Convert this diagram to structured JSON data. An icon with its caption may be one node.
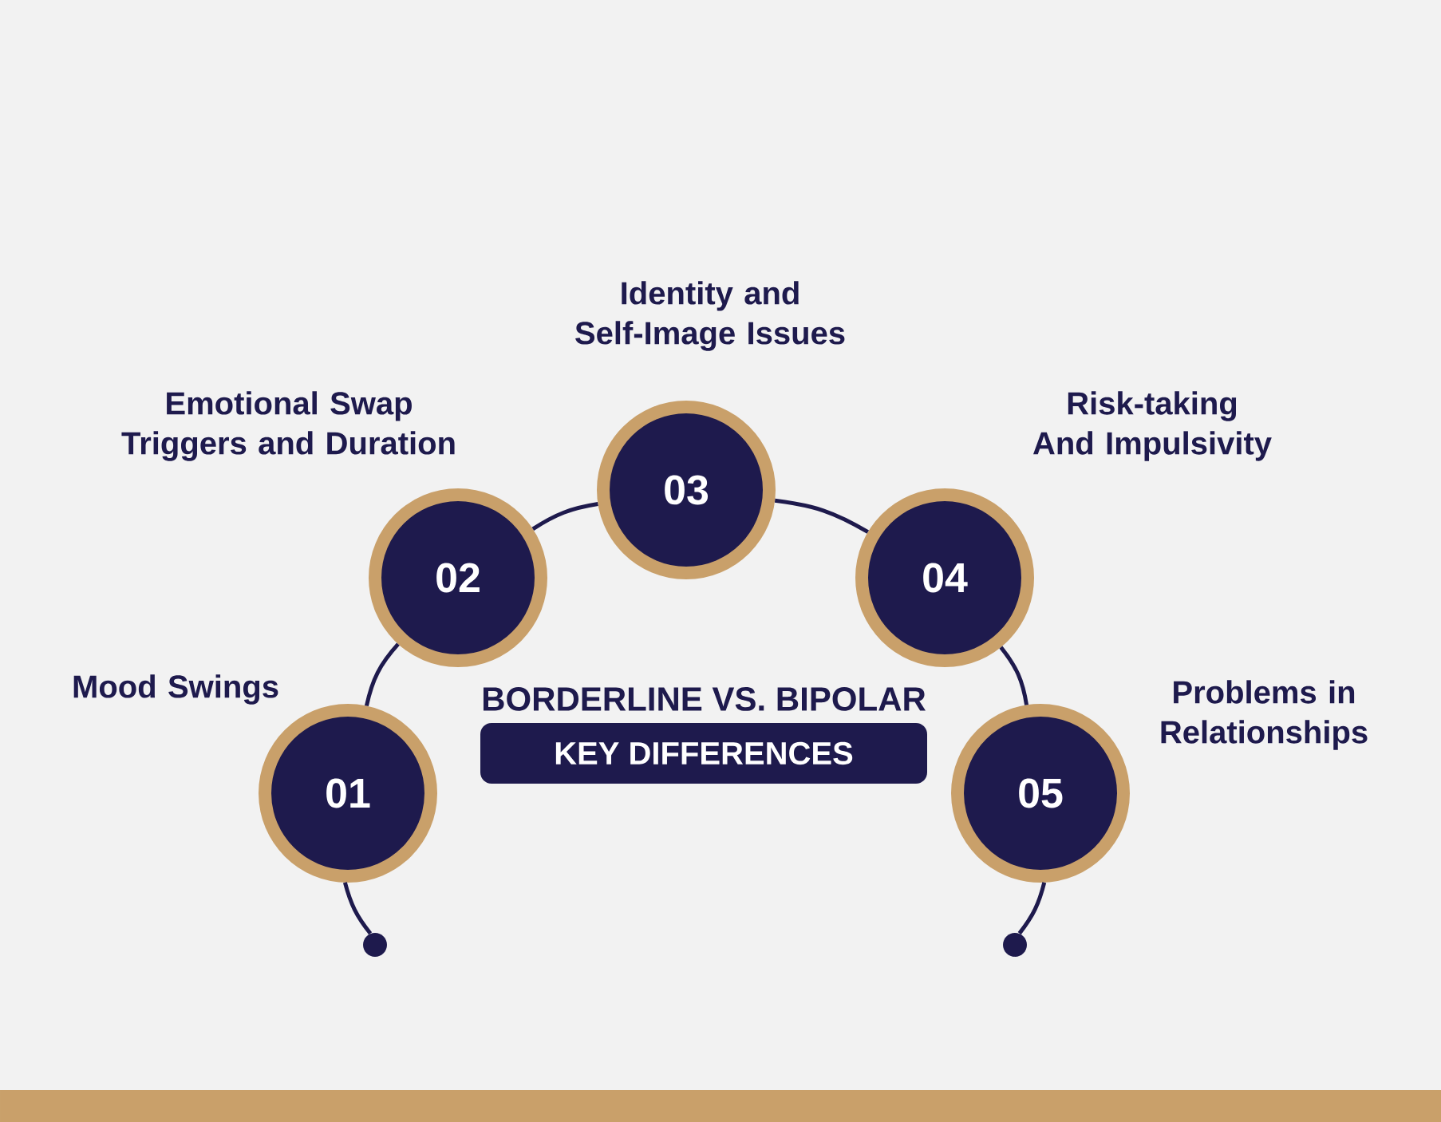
{
  "diagram": {
    "title": "BORDERLINE VS. BIPOLAR",
    "nodes": [
      {
        "text": [
          "01"
        ],
        "beside": [
          "Mood Swings"
        ]
      },
      {
        "text": [
          "02"
        ],
        "beside": [
          "Emotional Swap Triggers and Duration"
        ]
      },
      {
        "text": [
          "03"
        ],
        "beside": [
          "Identity and Self-Image Issues"
        ]
      },
      {
        "text": [
          "04"
        ],
        "beside": [
          "Risk-taking And Impulsivity"
        ]
      },
      {
        "text": [
          "05"
        ],
        "beside": [
          "Problems in Relationships"
        ]
      },
      {
        "text": [
          "KEY DIFFERENCES"
        ]
      },
      {
        "text": [],
        "shape": "circle"
      },
      {
        "text": [],
        "shape": "circle"
      }
    ],
    "edges": [
      {
        "from": 6,
        "to": 0,
        "arrow": "none"
      },
      {
        "from": 0,
        "to": 1,
        "arrow": "none"
      },
      {
        "from": 1,
        "to": 2,
        "arrow": "none"
      },
      {
        "from": 2,
        "to": 3,
        "arrow": "none"
      },
      {
        "from": 3,
        "to": 4,
        "arrow": "none"
      },
      {
        "from": 4,
        "to": 7,
        "arrow": "none"
      }
    ]
  }
}
